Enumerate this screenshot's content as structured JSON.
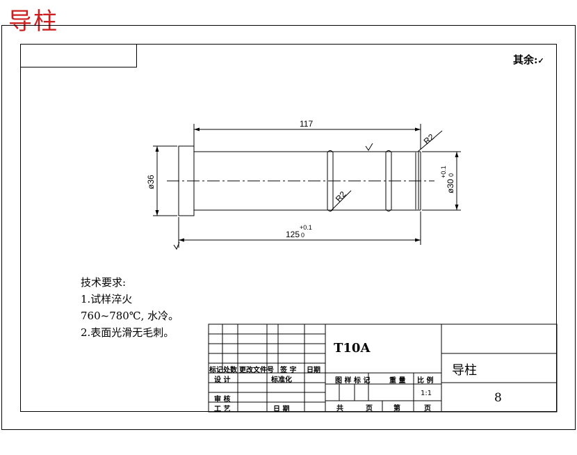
{
  "header": {
    "title": "导柱"
  },
  "surface": {
    "rest_label": "其余:",
    "rest_symbol": "✓"
  },
  "dimensions": {
    "length_117": "117",
    "diameter_36": "ø36",
    "length_125": "125",
    "length_125_tol_upper": "+0.1",
    "length_125_tol_lower": "0",
    "diameter_30": "ø30",
    "diameter_30_tol_upper": "+0.1",
    "diameter_30_tol_lower": "0",
    "radius_top": "R2",
    "radius_bottom": "R2",
    "roughness_mark": "✓"
  },
  "tech_notes": {
    "heading": "技术要求:",
    "lines": [
      "1.试样淬火",
      "760~780℃, 水冷。",
      "2.表面光滑无毛刺。"
    ]
  },
  "title_block": {
    "revision_headers": [
      "标记",
      "处数",
      "更改文件号",
      "签 字",
      "日期"
    ],
    "design": "设 计",
    "standardize": "标准化",
    "review": "审 核",
    "process": "工 艺",
    "date": "日 期",
    "material": "T10A",
    "stage_mark": "图 样 标 记",
    "weight": "重 量",
    "scale_label": "比 例",
    "scale_value": "1:1",
    "total_sheets": "共",
    "sheet_unit_1": "页",
    "sheet_no": "第",
    "sheet_unit_2": "页",
    "part_name": "导柱",
    "drawing_number": "8"
  }
}
